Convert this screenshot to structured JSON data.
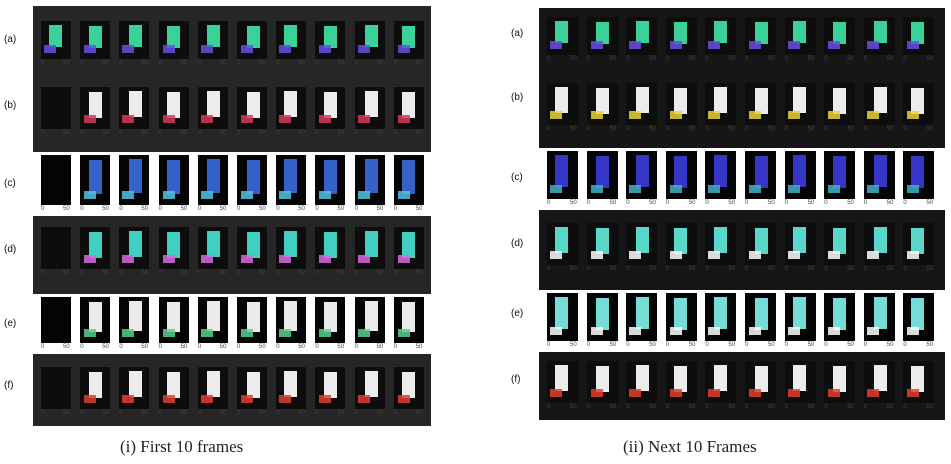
{
  "panels": [
    {
      "id": "left",
      "caption": "(i) First 10 frames",
      "frames_per_row": 10,
      "rows": [
        {
          "label": "(a)",
          "style": "dark",
          "palette": [
            "#3fe3a6",
            "#6a4ee8"
          ]
        },
        {
          "label": "(b)",
          "style": "dark",
          "palette": [
            "#ffffff",
            "#d63a5a"
          ]
        },
        {
          "label": "(c)",
          "style": "light",
          "palette": [
            "#3a6ad8",
            "#56c3e0"
          ]
        },
        {
          "label": "(d)",
          "style": "dark",
          "palette": [
            "#45e0d0",
            "#d96ae0"
          ]
        },
        {
          "label": "(e)",
          "style": "light",
          "palette": [
            "#ffffff",
            "#5ad08c"
          ]
        },
        {
          "label": "(f)",
          "style": "dark",
          "palette": [
            "#ffffff",
            "#e0402e"
          ]
        }
      ],
      "tick_labels": [
        "0",
        "50"
      ]
    },
    {
      "id": "right",
      "caption": "(ii) Next 10 Frames",
      "frames_per_row": 10,
      "rows": [
        {
          "label": "(a)",
          "style": "dark",
          "palette": [
            "#3fe3a6",
            "#6a4ee8"
          ]
        },
        {
          "label": "(b)",
          "style": "dark",
          "palette": [
            "#ffffff",
            "#e8d23a"
          ]
        },
        {
          "label": "(c)",
          "style": "light",
          "palette": [
            "#3a3ad8",
            "#3fb3c8"
          ]
        },
        {
          "label": "(d)",
          "style": "dark",
          "palette": [
            "#5fe8d8",
            "#ffffff"
          ]
        },
        {
          "label": "(e)",
          "style": "light",
          "palette": [
            "#7ff0e8",
            "#ffffff"
          ]
        },
        {
          "label": "(f)",
          "style": "dark",
          "palette": [
            "#ffffff",
            "#e0402e"
          ]
        }
      ],
      "tick_labels": [
        "0",
        "50"
      ]
    }
  ]
}
